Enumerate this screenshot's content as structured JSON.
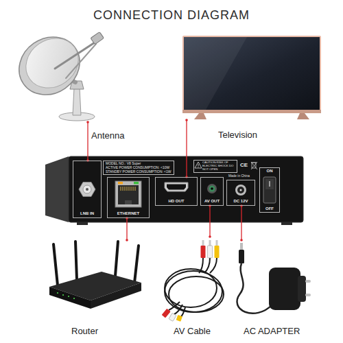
{
  "diagram": {
    "title": "CONNECTION DIAGRAM",
    "nodes": [
      {
        "text": [
          "Antenna"
        ]
      },
      {
        "text": [
          "Television"
        ]
      },
      {
        "text": [
          "MODEL NO.: V8 Super",
          "ACTIVE POWER CONSUMPTION: <10W",
          "STANDBY POWER CONSUMPTION: <1W"
        ]
      },
      {
        "text": [
          "CAUTION:RISK OF ELECTRIC SHOCK DO NOT OPEN"
        ]
      },
      {
        "text": [
          "LNB IN"
        ]
      },
      {
        "text": [
          "ETHERNET"
        ]
      },
      {
        "text": [
          "HD OUT"
        ]
      },
      {
        "text": [
          "AV OUT"
        ]
      },
      {
        "text": [
          "DC 12V"
        ]
      },
      {
        "text": [
          "ON",
          "OFF"
        ]
      },
      {
        "text": [
          "Router"
        ]
      },
      {
        "text": [
          "AV Cable"
        ]
      },
      {
        "text": [
          "AC ADAPTER"
        ]
      }
    ],
    "edges": [
      {
        "from": 0,
        "to": 4,
        "arrow": "none"
      },
      {
        "from": 1,
        "to": 6,
        "arrow": "none"
      },
      {
        "from": 10,
        "to": 5,
        "arrow": "none"
      },
      {
        "from": 11,
        "to": 7,
        "arrow": "none"
      },
      {
        "from": 12,
        "to": 8,
        "arrow": "none"
      }
    ],
    "labels": [
      "CE",
      "Made in China"
    ]
  }
}
